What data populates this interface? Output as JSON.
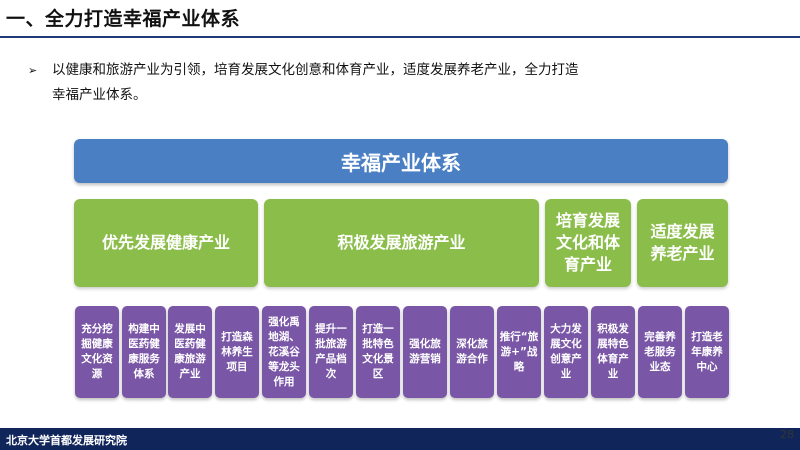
{
  "title": "一、全力打造幸福产业体系",
  "bullet": {
    "icon": "arrow-bullet",
    "line1": "以健康和旅游产业为引领，培育发展文化创意和体育产业，适度发展养老产业，全力打造",
    "line2": "幸福产业体系。"
  },
  "diagram": {
    "header": "幸福产业体系",
    "categories": [
      "优先发展健康产业",
      "积极发展旅游产业",
      "培育发展文化和体育产业",
      "适度发展养老产业"
    ],
    "items": [
      "充分挖掘健康文化资源",
      "构建中医药健康服务体系",
      "发展中医药健康旅游产业",
      "打造森林养生项目",
      "强化禹地湖、花溪谷等龙头作用",
      "提升一批旅游产品档次",
      "打造一批特色文化景区",
      "强化旅游营销",
      "深化旅游合作",
      "推行“旅游+”战略",
      "大力发展文化创意产业",
      "积极发展特色体育产业",
      "完善养老服务业态",
      "打造老年康养中心"
    ],
    "colors": {
      "header": "#4a7fc4",
      "category": "#8bbd4a",
      "item": "#7a57a6"
    }
  },
  "footer": {
    "institution": "北京大学首都发展研究院",
    "page_number": "28"
  }
}
